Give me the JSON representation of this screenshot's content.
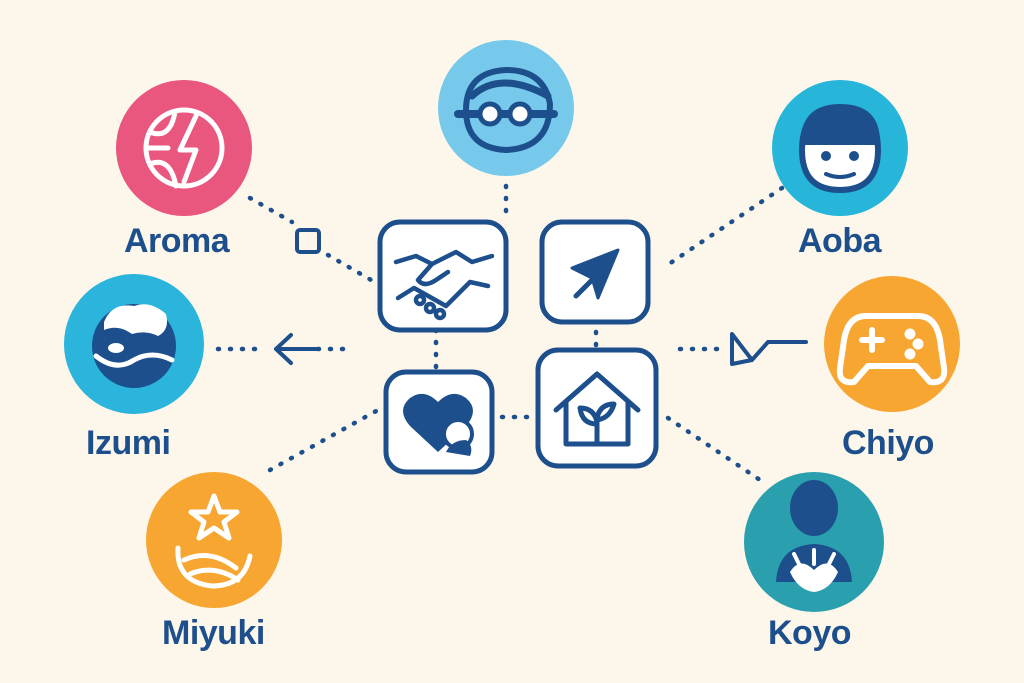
{
  "colors": {
    "background": "#fcf7ea",
    "ink": "#1d4f8c",
    "line": "#1d4f8c",
    "hub_fill": "#ffffff"
  },
  "nodes": [
    {
      "id": "aroma",
      "label": "Aroma",
      "color": "#e9567e",
      "icon": "basketball-lightning-icon"
    },
    {
      "id": "izumi",
      "label": "Izumi",
      "color": "#2bb4dc",
      "icon": "wave-face-icon"
    },
    {
      "id": "miyuki",
      "label": "Miyuki",
      "color": "#f6a631",
      "icon": "star-volleyball-icon"
    },
    {
      "id": "top",
      "label": "",
      "color": "#77c9ec",
      "icon": "goggles-face-icon"
    },
    {
      "id": "aoba",
      "label": "Aoba",
      "color": "#27b6da",
      "icon": "helmet-face-icon"
    },
    {
      "id": "chiyo",
      "label": "Chiyo",
      "color": "#f6a631",
      "icon": "game-controller-icon"
    },
    {
      "id": "koyo",
      "label": "Koyo",
      "color": "#2a9fae",
      "icon": "person-hands-icon"
    }
  ],
  "hubs": [
    {
      "id": "handshake",
      "icon": "handshake-icon"
    },
    {
      "id": "arrow",
      "icon": "cursor-arrow-icon"
    },
    {
      "id": "heart",
      "icon": "heart-hand-icon"
    },
    {
      "id": "home",
      "icon": "home-sprout-icon"
    }
  ]
}
